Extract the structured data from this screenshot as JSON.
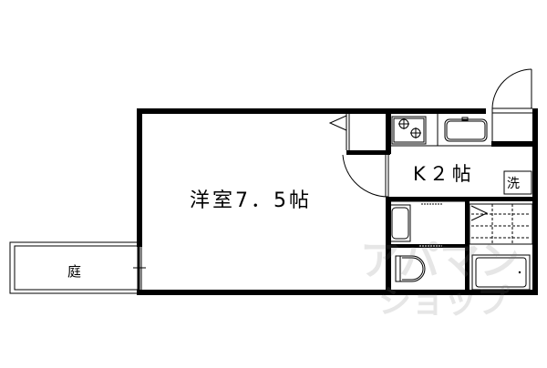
{
  "floor_plan": {
    "rooms": [
      {
        "id": "western-room",
        "label": "洋室7．5帖",
        "type": "Western-style room",
        "size_jo": 7.5
      },
      {
        "id": "kitchen",
        "label": "K２帖",
        "type": "Kitchen",
        "size_jo": 2
      },
      {
        "id": "garden",
        "label": "庭",
        "type": "Garden"
      }
    ],
    "fixtures": {
      "washer_space": "洗",
      "stove": "two-burner-stove",
      "sink": "kitchen-sink",
      "washbasin": "washbasin",
      "toilet": "toilet",
      "bathtub": "bathtub",
      "shower_area": "tiled-shower-area"
    },
    "watermark": {
      "line1": "アパマン",
      "line2": "ショップ"
    },
    "colors": {
      "wall": "#000000",
      "background": "#ffffff",
      "watermark": "#c8c8c8"
    }
  }
}
